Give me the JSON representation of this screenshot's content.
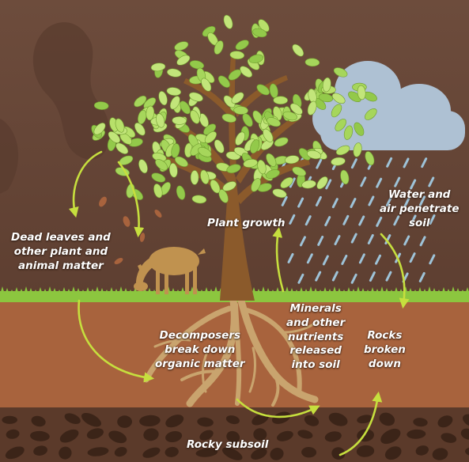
{
  "labels": {
    "dead_leaves": [
      "Dead leaves and",
      "other plant and",
      "animal matter"
    ],
    "plant_growth": "Plant growth",
    "water_air": [
      "Water and",
      "air penetrate",
      "soil"
    ],
    "minerals": [
      "Minerals",
      "and other",
      "nutrients",
      "released",
      "into soil"
    ],
    "decomposers": [
      "Decomposers",
      "break down",
      "organic matter"
    ],
    "rocks_broken": [
      "Rocks",
      "broken",
      "down"
    ],
    "rocky_subsoil": "Rocky subsoil"
  },
  "colors": {
    "background": "#6a4a3a",
    "topsoil": "#a8633d",
    "subsoil": "#5b3a2a",
    "grass": "#8cc63f",
    "leaf": "#a6d65b",
    "trunk": "#8b5a2b",
    "root": "#c9a46e",
    "cloud": "#aec1d3",
    "rain": "#9ec3d8",
    "arrow": "#c6df3e",
    "deer": "#c0924f"
  }
}
